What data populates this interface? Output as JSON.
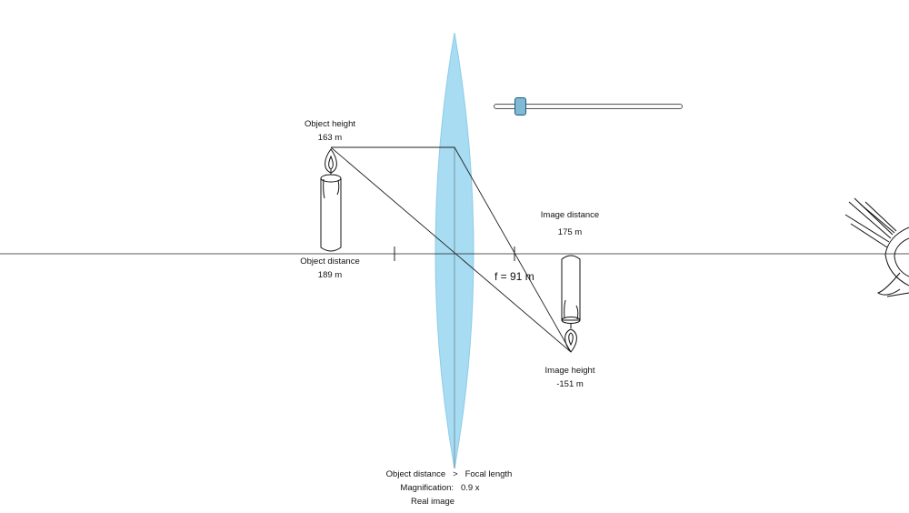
{
  "labels": {
    "object_height_title": "Object height",
    "object_height_value": "163 m",
    "object_distance_title": "Object distance",
    "object_distance_value": "189 m",
    "image_distance_title": "Image distance",
    "image_distance_value": "175 m",
    "image_height_title": "Image height",
    "image_height_value": "-151 m",
    "focal_length": "f = 91 m"
  },
  "summary": {
    "left": "Object distance",
    "comparator": ">",
    "right": "Focal length",
    "magnification": "Magnification:   0.9 x",
    "image_type": "Real image"
  },
  "slider": {
    "value": 0.12
  },
  "colors": {
    "lens": "#a7dcf2",
    "lens_edge": "#8ccde9",
    "thumb": "#7fb9d4"
  }
}
